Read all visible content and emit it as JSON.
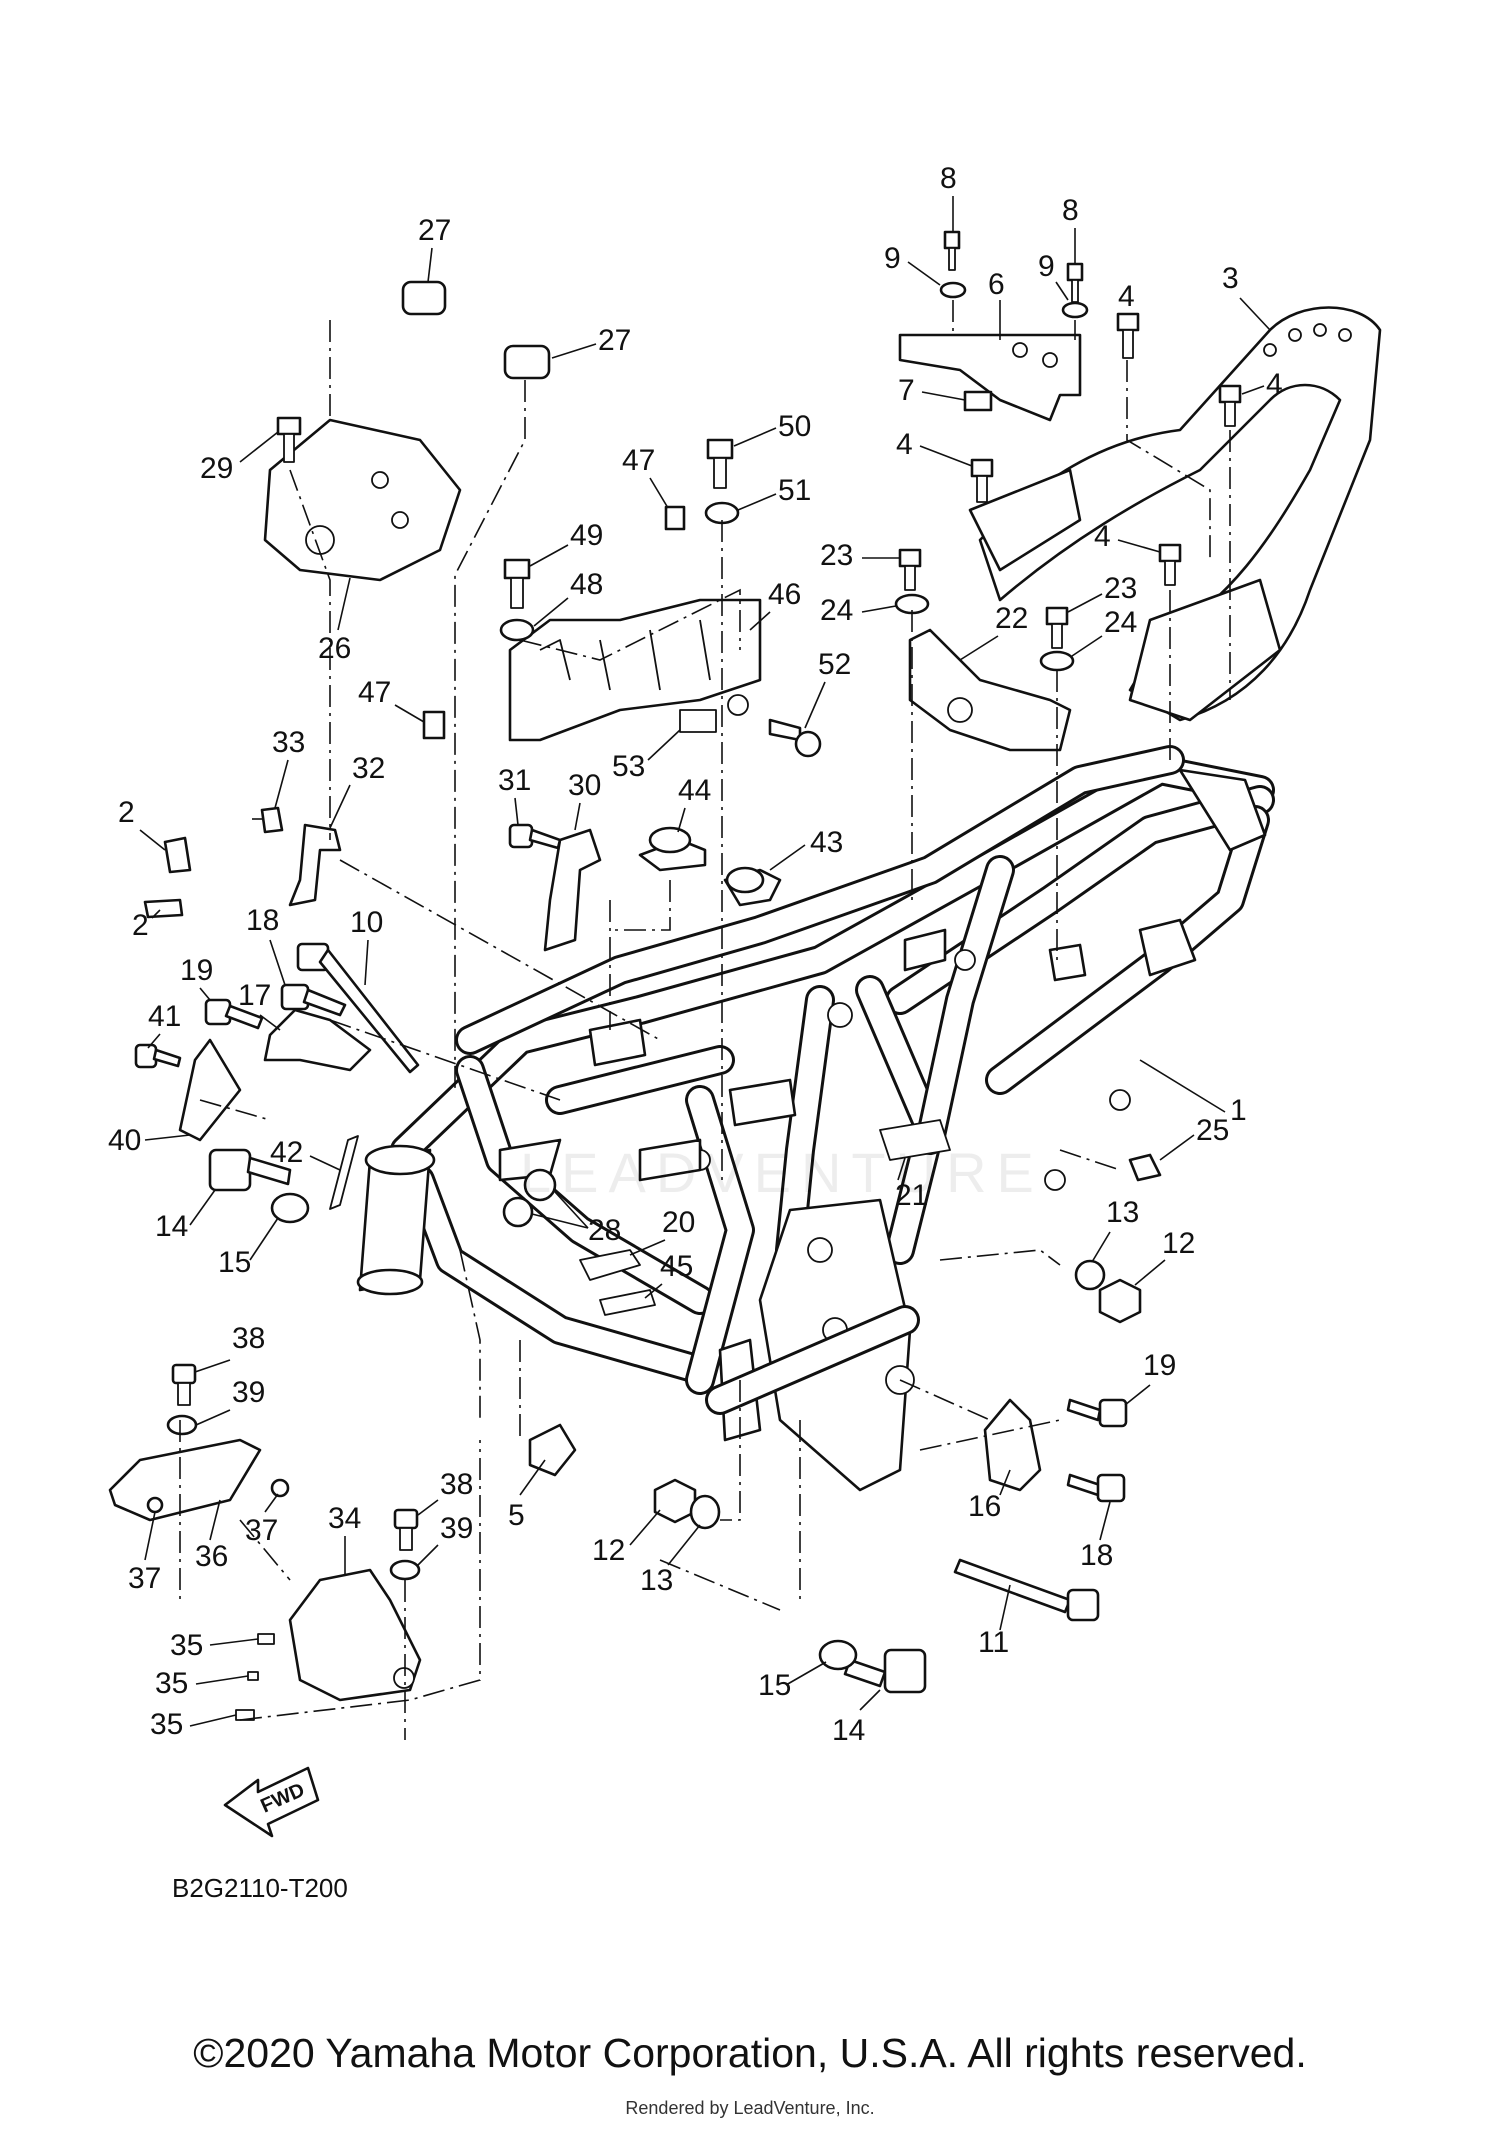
{
  "diagram": {
    "code": "B2G2110-T200",
    "fwd_label": "FWD",
    "watermark": "LEADVENTURE",
    "copyright": "©2020 Yamaha Motor Corporation, U.S.A. All rights reserved.",
    "footer_watermark": "Rendered by LeadVenture, Inc."
  },
  "callouts": [
    {
      "id": "c1",
      "label": "1"
    },
    {
      "id": "c2a",
      "label": "2"
    },
    {
      "id": "c2b",
      "label": "2"
    },
    {
      "id": "c3",
      "label": "3"
    },
    {
      "id": "c4a",
      "label": "4"
    },
    {
      "id": "c4b",
      "label": "4"
    },
    {
      "id": "c4c",
      "label": "4"
    },
    {
      "id": "c4d",
      "label": "4"
    },
    {
      "id": "c5",
      "label": "5"
    },
    {
      "id": "c6",
      "label": "6"
    },
    {
      "id": "c7",
      "label": "7"
    },
    {
      "id": "c8a",
      "label": "8"
    },
    {
      "id": "c8b",
      "label": "8"
    },
    {
      "id": "c9a",
      "label": "9"
    },
    {
      "id": "c9b",
      "label": "9"
    },
    {
      "id": "c10",
      "label": "10"
    },
    {
      "id": "c11",
      "label": "11"
    },
    {
      "id": "c12a",
      "label": "12"
    },
    {
      "id": "c12b",
      "label": "12"
    },
    {
      "id": "c13a",
      "label": "13"
    },
    {
      "id": "c13b",
      "label": "13"
    },
    {
      "id": "c14a",
      "label": "14"
    },
    {
      "id": "c14b",
      "label": "14"
    },
    {
      "id": "c15a",
      "label": "15"
    },
    {
      "id": "c15b",
      "label": "15"
    },
    {
      "id": "c16",
      "label": "16"
    },
    {
      "id": "c17",
      "label": "17"
    },
    {
      "id": "c18a",
      "label": "18"
    },
    {
      "id": "c18b",
      "label": "18"
    },
    {
      "id": "c19a",
      "label": "19"
    },
    {
      "id": "c19b",
      "label": "19"
    },
    {
      "id": "c20",
      "label": "20"
    },
    {
      "id": "c21",
      "label": "21"
    },
    {
      "id": "c22",
      "label": "22"
    },
    {
      "id": "c23a",
      "label": "23"
    },
    {
      "id": "c23b",
      "label": "23"
    },
    {
      "id": "c24a",
      "label": "24"
    },
    {
      "id": "c24b",
      "label": "24"
    },
    {
      "id": "c25",
      "label": "25"
    },
    {
      "id": "c26",
      "label": "26"
    },
    {
      "id": "c27a",
      "label": "27"
    },
    {
      "id": "c27b",
      "label": "27"
    },
    {
      "id": "c28",
      "label": "28"
    },
    {
      "id": "c29",
      "label": "29"
    },
    {
      "id": "c30",
      "label": "30"
    },
    {
      "id": "c31",
      "label": "31"
    },
    {
      "id": "c32",
      "label": "32"
    },
    {
      "id": "c33",
      "label": "33"
    },
    {
      "id": "c34",
      "label": "34"
    },
    {
      "id": "c35a",
      "label": "35"
    },
    {
      "id": "c35b",
      "label": "35"
    },
    {
      "id": "c35c",
      "label": "35"
    },
    {
      "id": "c36",
      "label": "36"
    },
    {
      "id": "c37a",
      "label": "37"
    },
    {
      "id": "c37b",
      "label": "37"
    },
    {
      "id": "c38a",
      "label": "38"
    },
    {
      "id": "c38b",
      "label": "38"
    },
    {
      "id": "c39a",
      "label": "39"
    },
    {
      "id": "c39b",
      "label": "39"
    },
    {
      "id": "c40",
      "label": "40"
    },
    {
      "id": "c41",
      "label": "41"
    },
    {
      "id": "c42",
      "label": "42"
    },
    {
      "id": "c43",
      "label": "43"
    },
    {
      "id": "c44",
      "label": "44"
    },
    {
      "id": "c45",
      "label": "45"
    },
    {
      "id": "c46",
      "label": "46"
    },
    {
      "id": "c47a",
      "label": "47"
    },
    {
      "id": "c47b",
      "label": "47"
    },
    {
      "id": "c48",
      "label": "48"
    },
    {
      "id": "c49",
      "label": "49"
    },
    {
      "id": "c50",
      "label": "50"
    },
    {
      "id": "c51",
      "label": "51"
    },
    {
      "id": "c52",
      "label": "52"
    },
    {
      "id": "c53",
      "label": "53"
    }
  ]
}
